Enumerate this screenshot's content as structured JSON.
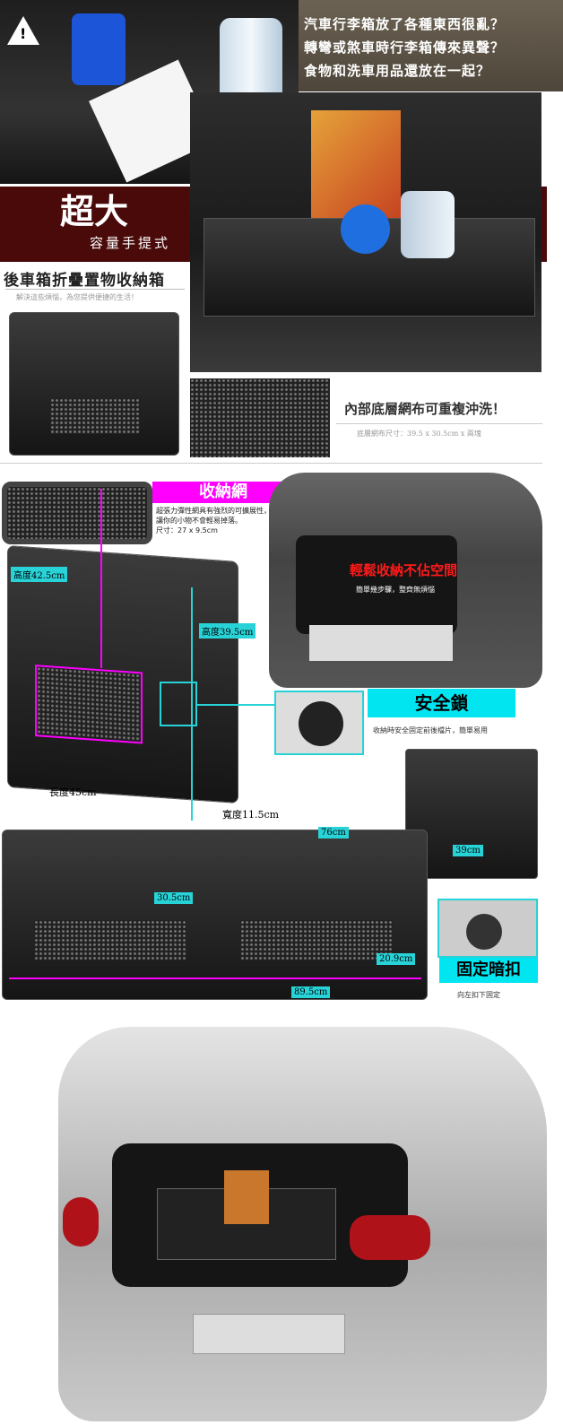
{
  "top": {
    "intro_lines": [
      "汽車行李箱放了各種東西很亂？",
      "轉彎或煞車時行李箱傳來異聲？",
      "食物和洗車用品還放在一起？"
    ],
    "warning_icon": "warning-icon"
  },
  "banner": {
    "big": "超大",
    "sub": "容量手提式"
  },
  "product": {
    "title": "後車箱折疊置物收納箱",
    "subtitle": "解決這些煩惱，為您提供便捷的生活！"
  },
  "mesh_wash": {
    "title": "內部底層網布可重複沖洗！",
    "spec": "底層網布尺寸：39.5 x 30.5cm x 兩塊"
  },
  "net": {
    "label": "收納網",
    "desc1": "超張力彈性網具有強烈的可擴展性，",
    "desc2": "讓你的小物不會輕易掉落。",
    "size": "尺寸：27 x 9.5cm"
  },
  "car_callout": {
    "title": "輕鬆收納不佔空間",
    "sub": "簡單幾步驟，整齊無煩惱"
  },
  "dims_folded": {
    "height1": "高度42.5cm",
    "height2": "高度39.5cm",
    "length": "長度45cm",
    "width": "寬度11.5cm"
  },
  "lock": {
    "label": "安全鎖",
    "desc": "收納時安全固定前後檔片，簡單易用"
  },
  "dims_open": {
    "w76": "76cm",
    "d39": "39cm",
    "d305": "30.5cm",
    "h209": "20.9cm",
    "l895": "89.5cm"
  },
  "latch": {
    "label": "固定暗扣",
    "desc": "向左扣下固定"
  },
  "colors": {
    "magenta": "#ff00ff",
    "cyan": "#00e5f0",
    "banner": "#4a0a0a",
    "red": "#ff1a1a"
  }
}
